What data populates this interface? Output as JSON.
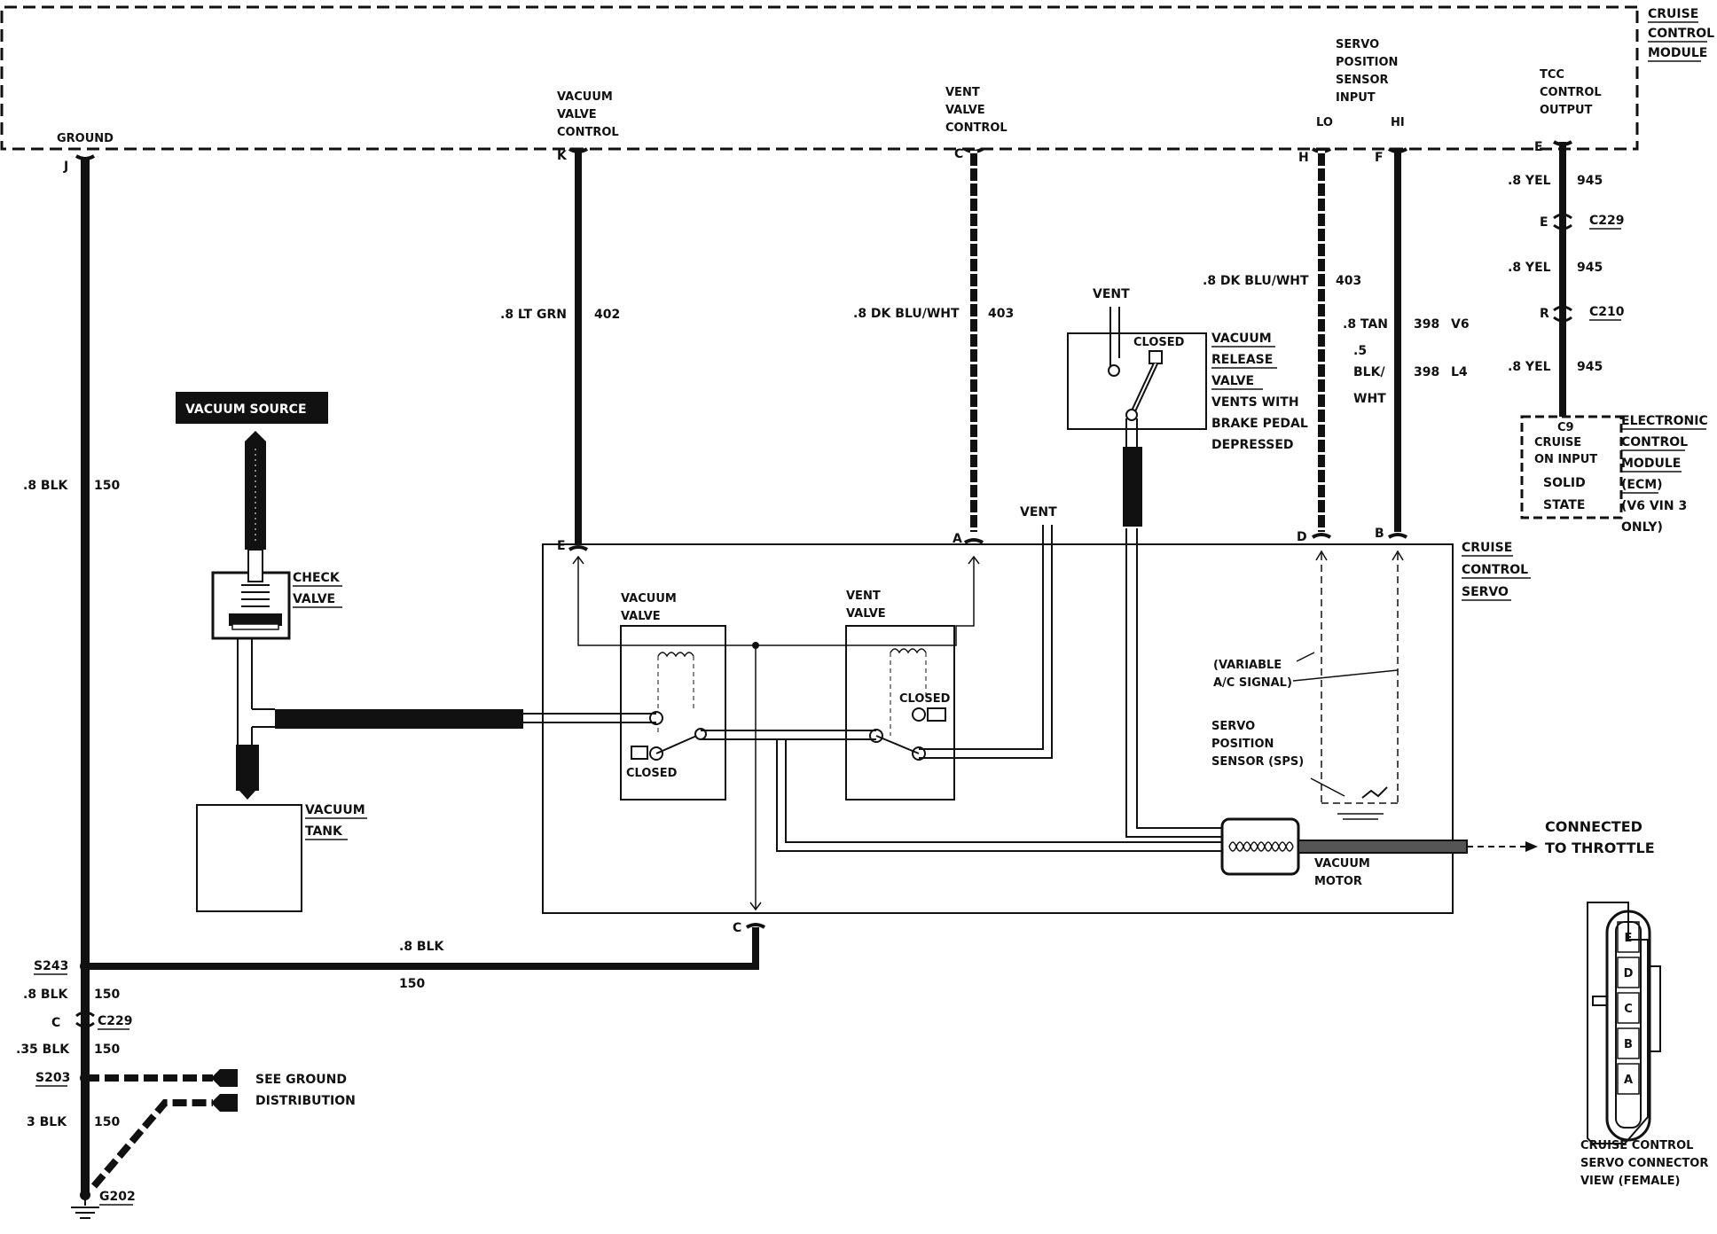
{
  "module": {
    "title_lines": [
      "CRUISE",
      "CONTROL",
      "MODULE"
    ],
    "pins": {
      "ground": {
        "label": "GROUND",
        "letter": "J"
      },
      "vacuum_valve_control": {
        "label_lines": [
          "VACUUM",
          "VALVE",
          "CONTROL"
        ],
        "letter": "K"
      },
      "vent_valve_control": {
        "label_lines": [
          "VENT",
          "VALVE",
          "CONTROL"
        ],
        "letter": "C"
      },
      "servo_position_sensor_input": {
        "label_lines": [
          "SERVO",
          "POSITION",
          "SENSOR",
          "INPUT"
        ],
        "lo": "LO",
        "hi": "HI",
        "lo_letter": "H",
        "hi_letter": "F"
      },
      "tcc_control_output": {
        "label_lines": [
          "TCC",
          "CONTROL",
          "OUTPUT"
        ],
        "letter": "E"
      }
    }
  },
  "wires": {
    "ground_main": {
      "size_color": ".8 BLK",
      "circuit": "150"
    },
    "vacuum_valve": {
      "size_color": ".8 LT GRN",
      "circuit": "402"
    },
    "vent_valve": {
      "size_color": ".8 DK BLU/WHT",
      "circuit": "403"
    },
    "sps_lo": {
      "size_color": ".8 DK BLU/WHT",
      "circuit": "403"
    },
    "sps_hi_v6": {
      "size_color": ".8 TAN",
      "circuit": "398",
      "engine": "V6"
    },
    "sps_hi_l4": {
      "size_lines": [
        ".5",
        "BLK/",
        "WHT"
      ],
      "circuit": "398",
      "engine": "L4"
    },
    "tcc_1": {
      "size_color": ".8 YEL",
      "circuit": "945"
    },
    "tcc_2": {
      "size_color": ".8 YEL",
      "circuit": "945"
    },
    "tcc_3": {
      "size_color": ".8 YEL",
      "circuit": "945"
    },
    "servo_ground": {
      "size_color": ".8 BLK",
      "circuit": "150"
    },
    "ground_2": {
      "size_color": ".8 BLK",
      "circuit": "150"
    },
    "ground_3": {
      "size_color": ".35 BLK",
      "circuit": "150"
    },
    "ground_4": {
      "size_color": "3 BLK",
      "circuit": "150"
    }
  },
  "connectors": {
    "c229_top": {
      "pin": "E",
      "name": "C229"
    },
    "c210": {
      "pin": "R",
      "name": "C210"
    },
    "c229_bottom": {
      "pin": "C",
      "name": "C229"
    }
  },
  "splices": {
    "s243": "S243",
    "s203": "S203",
    "ground": "G202"
  },
  "ecm": {
    "pin_label": "C9",
    "box_lines": [
      "CRUISE",
      "ON INPUT",
      "SOLID",
      "STATE"
    ],
    "title_lines": [
      "ELECTRONIC",
      "CONTROL",
      "MODULE",
      "(ECM)",
      "(V6 VIN 3",
      "ONLY)"
    ]
  },
  "servo": {
    "title_lines": [
      "CRUISE",
      "CONTROL",
      "SERVO"
    ],
    "pin_letters": {
      "vacuum": "E",
      "vent": "A",
      "lo": "D",
      "hi": "B",
      "ground": "C"
    },
    "vacuum_valve_lines": [
      "VACUUM",
      "VALVE"
    ],
    "vent_valve_lines": [
      "VENT",
      "VALVE"
    ],
    "closed": "CLOSED",
    "variable_signal_lines": [
      "(VARIABLE",
      "A/C SIGNAL)"
    ],
    "sps_lines": [
      "SERVO",
      "POSITION",
      "SENSOR (SPS)"
    ],
    "motor_lines": [
      "VACUUM",
      "MOTOR"
    ],
    "vent": "VENT"
  },
  "vacuum_source": "VACUUM SOURCE",
  "check_valve_lines": [
    "CHECK",
    "VALVE"
  ],
  "vacuum_tank_lines": [
    "VACUUM",
    "TANK"
  ],
  "release_valve": {
    "vent": "VENT",
    "closed": "CLOSED",
    "lines": [
      "VACUUM",
      "RELEASE",
      "VALVE",
      "VENTS WITH",
      "BRAKE PEDAL",
      "DEPRESSED"
    ]
  },
  "throttle_lines": [
    "CONNECTED",
    "TO THROTTLE"
  ],
  "ground_distribution_lines": [
    "SEE GROUND",
    "DISTRIBUTION"
  ],
  "connector_view": {
    "pins": [
      "E",
      "D",
      "C",
      "B",
      "A"
    ],
    "caption_lines": [
      "CRUISE CONTROL",
      "SERVO CONNECTOR",
      "VIEW (FEMALE)"
    ]
  }
}
